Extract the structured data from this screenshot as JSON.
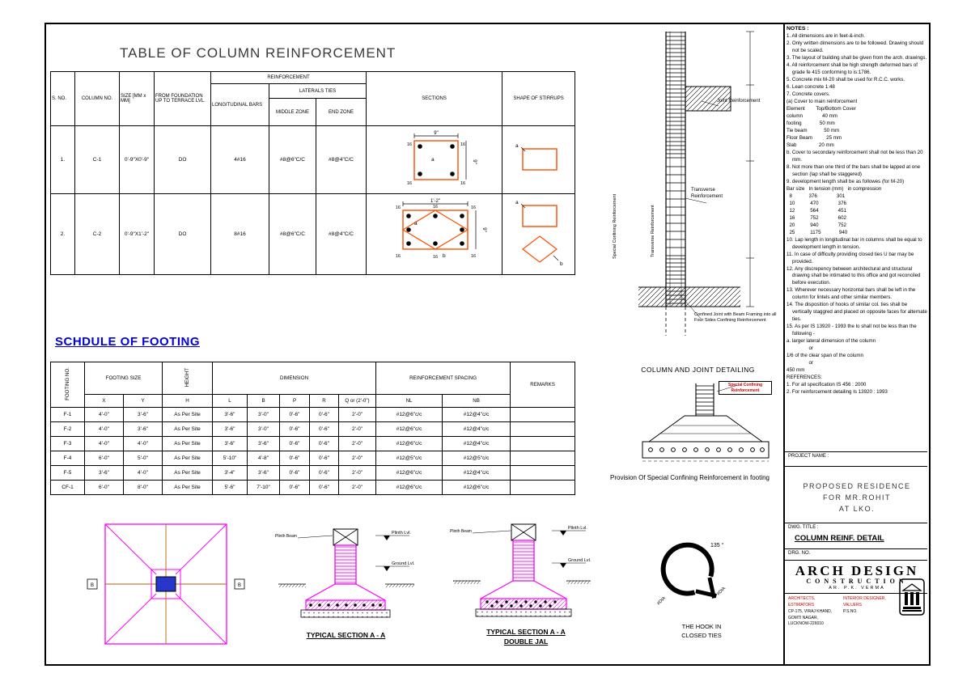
{
  "column_table": {
    "title": "TABLE OF COLUMN REINFORCEMENT",
    "headers": {
      "s_no": "S. NO.",
      "column_no": "COLUMN NO.",
      "size": "SIZE [MM x MM]",
      "from": "FROM FOUNDATION UP TO TERRACE LVL.",
      "reinforcement": "REINFORCEMENT",
      "longitudinal": "LONGITUDINAL BARS",
      "laterals": "LATERALS TIES",
      "middle_zone": "MIDDLE ZONE",
      "end_zone": "END ZONE",
      "sections": "SECTIONS",
      "shape": "SHAPE OF STIRRUPS"
    },
    "rows": [
      {
        "s_no": "1.",
        "column_no": "C-1",
        "size": "0'-9\"X0'-9\"",
        "from": "DO",
        "longitudinal": "4#16",
        "middle": "#8@6\"C/C",
        "end": "#8@4\"C/C",
        "bar": "16",
        "dim_w": "9\"",
        "dim_h": "9\"",
        "tag_a": "a",
        "tag_b": ""
      },
      {
        "s_no": "2.",
        "column_no": "C-2",
        "size": "0'-9\"X1'-2\"",
        "from": "DO",
        "longitudinal": "8#16",
        "middle": "#8@6\"C/C",
        "end": "#8@4\"C/C",
        "bar": "16",
        "dim_w": "1'-2\"",
        "dim_h": "9\"",
        "tag_a": "a",
        "tag_b": "b"
      }
    ]
  },
  "footing_table": {
    "title": "SCHDULE OF FOOTING",
    "headers": {
      "footing_no": "FOOTING NO.",
      "size": "FOOTING SIZE",
      "height": "HEIGHT",
      "dimension": "DIMENSION",
      "spacing": "REINFORCEMENT SPACING",
      "remarks": "REMARKS",
      "x": "X",
      "y": "Y",
      "h": "H",
      "l": "L",
      "b": "B",
      "p": "P",
      "r": "R",
      "q": "Q or (2'-0\")",
      "nl": "NL",
      "nb": "NB"
    },
    "rows": [
      [
        "F-1",
        "4'-0\"",
        "3'-6\"",
        "As Per Site",
        "3'-6\"",
        "3'-0\"",
        "0'-6\"",
        "0'-6\"",
        "2'-0\"",
        "#12@6\"c/c",
        "#12@4\"c/c",
        ""
      ],
      [
        "F-2",
        "4'-0\"",
        "3'-6\"",
        "As Per Site",
        "3'-6\"",
        "3'-0\"",
        "0'-6\"",
        "0'-6\"",
        "2'-0\"",
        "#12@6\"c/c",
        "#12@4\"c/c",
        ""
      ],
      [
        "F-3",
        "4'-0\"",
        "4'-0\"",
        "As Per Site",
        "3'-6\"",
        "3'-6\"",
        "0'-6\"",
        "0'-6\"",
        "2'-0\"",
        "#12@6\"c/c",
        "#12@4\"c/c",
        ""
      ],
      [
        "F-4",
        "6'-0\"",
        "5'-0\"",
        "As Per Site",
        "5'-10\"",
        "4'-8\"",
        "0'-6\"",
        "0'-6\"",
        "2'-0\"",
        "#12@5\"c/c",
        "#12@5\"c/c",
        ""
      ],
      [
        "F-5",
        "3'-6\"",
        "4'-0\"",
        "As Per Site",
        "3'-4\"",
        "3'-6\"",
        "0'-6\"",
        "0'-6\"",
        "2'-0\"",
        "#12@6\"c/c",
        "#12@4\"c/c",
        ""
      ],
      [
        "CF-1",
        "6'-0\"",
        "8'-0\"",
        "As Per Site",
        "5'-6\"",
        "7'-10\"",
        "0'-6\"",
        "0'-6\"",
        "2'-0\"",
        "#12@6\"c/c",
        "#12@6\"c/c",
        ""
      ]
    ]
  },
  "plan": {
    "label_b": "B"
  },
  "sections": {
    "caption_a": "TYPICAL SECTION A - A",
    "caption_b_line1": "TYPICAL SECTION A - A",
    "caption_b_line2": "DOUBLE JAL",
    "label_plinth_beam": "Plinth Beam",
    "label_plinth_lvl": "Plinth Lvl.",
    "label_ground_lvl": "Ground Lvl."
  },
  "hook": {
    "caption_line1": "THE HOOK IN",
    "caption_line2": "CLOSED TIES",
    "angle": "135 °",
    "dia_left": "#DIA",
    "dia_right": "#DIA"
  },
  "column_detailing": {
    "caption": "COLUMN AND JOINT DETAILING",
    "label_joint": "Joint Reinforcement",
    "label_transverse": "Transverse Reinforcement",
    "label_special_vertical": "Special Confining Reinforcement",
    "label_transverse_vertical": "Transverse Reinforcement",
    "label_confined": "Confined Joint with Beam Framing into all Four Sides Confining Reinforcement"
  },
  "footing_confining": {
    "label_line1": "Special Confining",
    "label_line2": "Reinforcement",
    "caption": "Provision Of Special Confining Reinforcement in footing"
  },
  "notes": {
    "title": "NOTES :",
    "lines": [
      "1. All dimensions are in feet-&-inch.",
      "2. Only written dimensions are to be followed. Drawing should not be scaled.",
      "3. The layout of building shall be given from the arch. drawings.",
      "4. All reinforcement shall be high strength deformed bars of grade fe 415 conforming to is:1786.",
      "5. Concrete mix M-20 shall be used for R.C.C. works.",
      "6. Lean concrete 1:48",
      "7. Concrete covers.",
      "(a) Cover to main reinforcement",
      "Element        Top/Bottom Cover",
      "column              40 mm",
      "footing             50 mm",
      "Tie beam            50 mm",
      "Floor Beam          25 mm",
      "Slab                20 mm",
      "b. Cover to secondary reinforcement shall not be less than 20 mm.",
      "8. Not more than one third of the bars shall be lapped at one section (lap shall be staggered)",
      "9. development length shall be as followes (for M-20)",
      "Bar size   In tension (mm)   in compression",
      "  8            376              301",
      "  10           470              376",
      "  12           564              451",
      "  16           752              602",
      "  20           940              752",
      "  25           1175             940",
      "10. Lap length in longitudinal bar in columns shall be equal to development length in tension.",
      "11. In case of difficulty providing closed ties U bar may be provided.",
      "12. Any discrepency between architectural and structural drawing shall be intimated to this office and got reconciled before execution.",
      "13. Wherever necessary horizontal bars shall be left in the column for lintels and other similar members.",
      "14. The disposition of hooks of similar col. ties shall be vertically staggred and placed on opposite faces for alternate ties.",
      "15. As per IS 13920 - 1993 the lo shall not be less than the following -",
      "a. larger lateral dimension of the column",
      "                or",
      "1/6 of the clear span of the column",
      "                or",
      "450 mm",
      "REFERENCES:",
      "1. For all specification IS 456 : 2000",
      "2. For reinforcement detailing Is 13920 : 1993"
    ]
  },
  "title_block": {
    "project_label": "PROJECT NAME :",
    "project_line1": "PROPOSED RESIDENCE",
    "project_line2": "FOR MR.ROHIT",
    "project_line3": "AT LKO.",
    "dwg_label": "DWG. TITLE :",
    "dwg_title": "COLUMN REINF. DETAIL",
    "drg_label": "DRG. NO.",
    "firm_name": "ARCH DESIGN",
    "firm_sub": "CONSTRUCTION",
    "firm_person": "AR. P.K. VERMA",
    "left_red": [
      "ARCHITECTS,",
      "ESTIMATORS"
    ],
    "left_black": [
      "CP-175, VIRAJ KHAND,",
      "GOMTI NAGAR,",
      "LUCKNOW-226010"
    ],
    "mid_red": [
      "INTERIOR DESIGNER,",
      "VALUERS"
    ],
    "mid_black": [
      "P.S.NO."
    ]
  }
}
